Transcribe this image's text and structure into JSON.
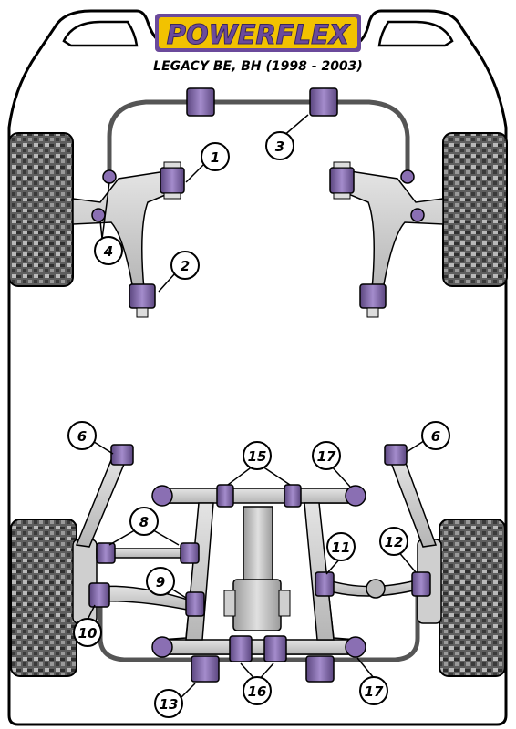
{
  "header": {
    "brand": "POWERFLEX",
    "model_title": "LEGACY BE, BH (1998 - 2003)"
  },
  "colors": {
    "bush_purple": "#8a6fb3",
    "bush_dark": "#4b3a6e",
    "logo_yellow": "#f2c200",
    "logo_purple": "#6b4a9b",
    "arm_grey": "#c8c8c8",
    "outline": "#000000",
    "tyre_grey": "#7a7a7a"
  },
  "callouts": {
    "c1": "1",
    "c2": "2",
    "c3": "3",
    "c4": "4",
    "c6_left": "6",
    "c6_right": "6",
    "c8": "8",
    "c9": "9",
    "c10": "10",
    "c11": "11",
    "c12": "12",
    "c13": "13",
    "c15": "15",
    "c16": "16",
    "c17_top": "17",
    "c17_bottom": "17"
  }
}
